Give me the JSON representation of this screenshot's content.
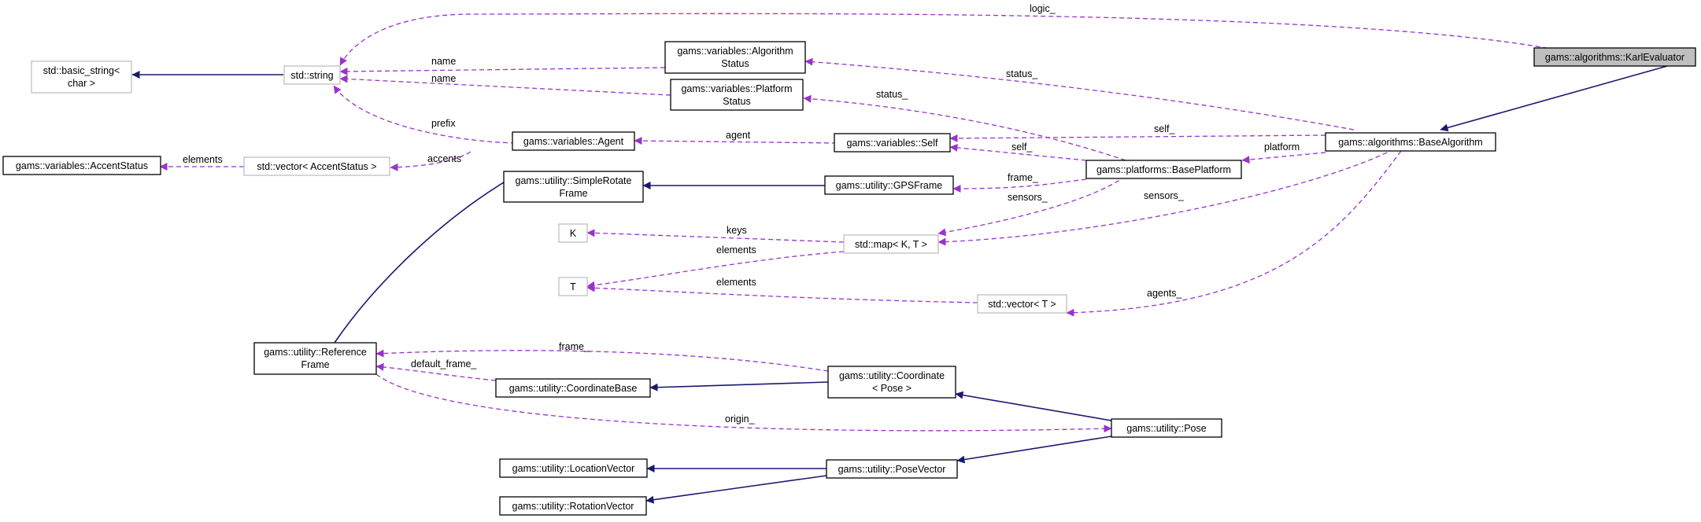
{
  "colors": {
    "inheritance": "#191970",
    "usage": "#9a32cd",
    "focus_fill": "#bfbfbf",
    "external_border": "#bfbfbf"
  },
  "nodes": {
    "karl_evaluator": [
      "gams::algorithms::KarlEvaluator"
    ],
    "base_algorithm": [
      "gams::algorithms::BaseAlgorithm"
    ],
    "basic_string": [
      "std::basic_string<",
      "char >"
    ],
    "std_string": [
      "std::string"
    ],
    "algorithm_status": [
      "gams::variables::Algorithm",
      "Status"
    ],
    "platform_status": [
      "gams::variables::Platform",
      "Status"
    ],
    "agent": [
      "gams::variables::Agent"
    ],
    "self": [
      "gams::variables::Self"
    ],
    "base_platform": [
      "gams::platforms::BasePlatform"
    ],
    "accent_status": [
      "gams::variables::AccentStatus"
    ],
    "vector_accent": [
      "std::vector< AccentStatus >"
    ],
    "simple_rotate": [
      "gams::utility::SimpleRotate",
      "Frame"
    ],
    "gps_frame": [
      "gams::utility::GPSFrame"
    ],
    "k": [
      "K"
    ],
    "map_kt": [
      "std::map< K, T >"
    ],
    "t": [
      "T"
    ],
    "vector_t": [
      "std::vector< T >"
    ],
    "reference_frame": [
      "gams::utility::Reference",
      "Frame"
    ],
    "coordinate_pose": [
      "gams::utility::Coordinate",
      "< Pose >"
    ],
    "coordinate_base": [
      "gams::utility::CoordinateBase"
    ],
    "pose": [
      "gams::utility::Pose"
    ],
    "location_vector": [
      "gams::utility::LocationVector"
    ],
    "pose_vector": [
      "gams::utility::PoseVector"
    ],
    "rotation_vector": [
      "gams::utility::RotationVector"
    ]
  },
  "edge_labels": {
    "logic": "logic_",
    "name_1": "name",
    "name_2": "name",
    "status_1": "status_",
    "status_2": "status_",
    "prefix": "prefix",
    "self_1": "self_",
    "self_2": "self_",
    "agent": "agent",
    "platform": "platform",
    "accents": "accents",
    "elements_1": "elements",
    "frame": "frame_",
    "sensors_1": "sensors_",
    "sensors_2": "sensors_",
    "keys": "keys",
    "elements_2": "elements",
    "elements_3": "elements",
    "agents": "agents_",
    "frame_2": "frame_",
    "default_frame": "default_frame_",
    "origin": "origin_"
  }
}
